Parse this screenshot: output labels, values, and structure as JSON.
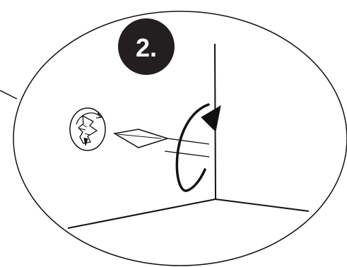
{
  "step": {
    "label": "2."
  },
  "colors": {
    "ink": "#111111",
    "badge": "#231f20",
    "badge_text": "#ffffff",
    "background": "#ffffff"
  },
  "icons": {
    "rotate": "rotate-clockwise-arrow",
    "plug": "wall-anchor-with-arrows",
    "tool": "screwdriver"
  }
}
